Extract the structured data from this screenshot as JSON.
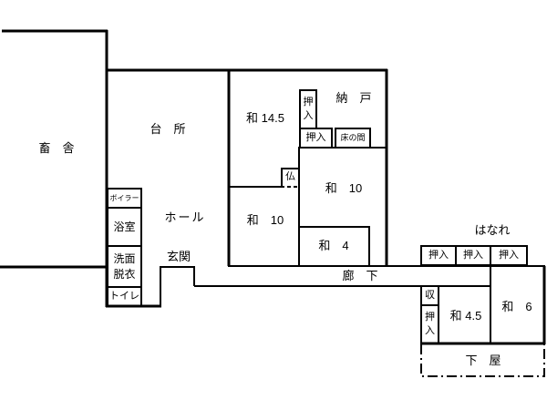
{
  "floorplan": {
    "colors": {
      "wall": "#000000",
      "background": "#ffffff"
    },
    "rooms": {
      "barn": "畜　舎",
      "kitchen": "台　所",
      "hall": "ホール",
      "entrance": "玄関",
      "boiler": "ボイラー",
      "bathroom": "浴室",
      "washroom": "洗面脱衣",
      "toilet": "トイレ",
      "tatami_14_5": "和 14.5",
      "storage_room": "納　戸",
      "closet": "押入",
      "tokonoma": "床の間",
      "buddhist_altar": "仏",
      "tatami_10_north": "和　10",
      "tatami_10_south": "和　10",
      "tatami_4": "和　4",
      "corridor": "廊　下",
      "annex": "はなれ",
      "storage": "収",
      "tatami_4_5": "和 4.5",
      "tatami_6": "和　6",
      "lean_to": "下　屋"
    }
  }
}
